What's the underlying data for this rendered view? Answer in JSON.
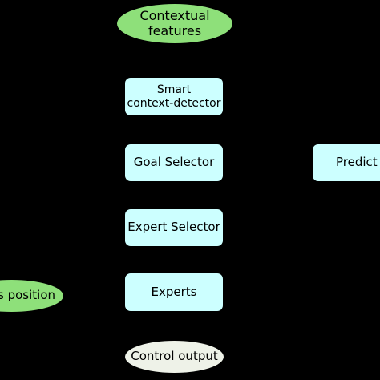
{
  "diagram": {
    "colors": {
      "background": "#000000",
      "process_fill": "#ccffff",
      "input_fill": "#8ee07a",
      "output_fill": "#eef2e8"
    },
    "nodes": {
      "contextual_features": {
        "line1": "Contextual",
        "line2": "features"
      },
      "smart_context_detector": {
        "line1": "Smart",
        "line2": "context-detector"
      },
      "goal_selector": {
        "label": "Goal Selector"
      },
      "expert_selector": {
        "label": "Expert Selector"
      },
      "experts": {
        "label": "Experts"
      },
      "control_output": {
        "label": "Control output"
      },
      "predict": {
        "label": "Predict"
      },
      "position": {
        "label": "s position"
      }
    }
  }
}
